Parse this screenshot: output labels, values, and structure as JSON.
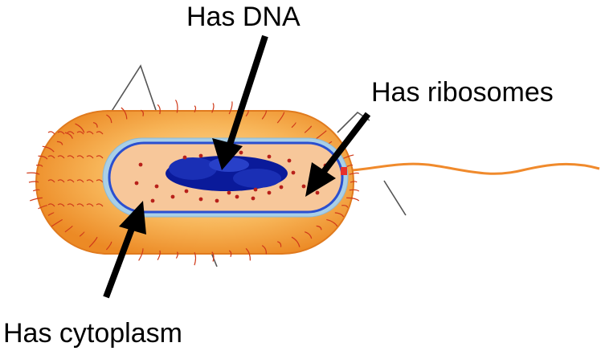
{
  "labels": {
    "dna": "Has DNA",
    "ribosomes": "Has ribosomes",
    "cytoplasm": "Has cytoplasm"
  },
  "colors": {
    "capsule": "#f5a13a",
    "capsule_edge": "#e07a1e",
    "cell_wall": "#a9cfe6",
    "membrane": "#2a4fd0",
    "cytoplasm": "#f7c79a",
    "nucleoid": "#0a1a9a",
    "ribosome": "#b8201a",
    "flagellum": "#f08a2c",
    "arrow": "#000000"
  }
}
